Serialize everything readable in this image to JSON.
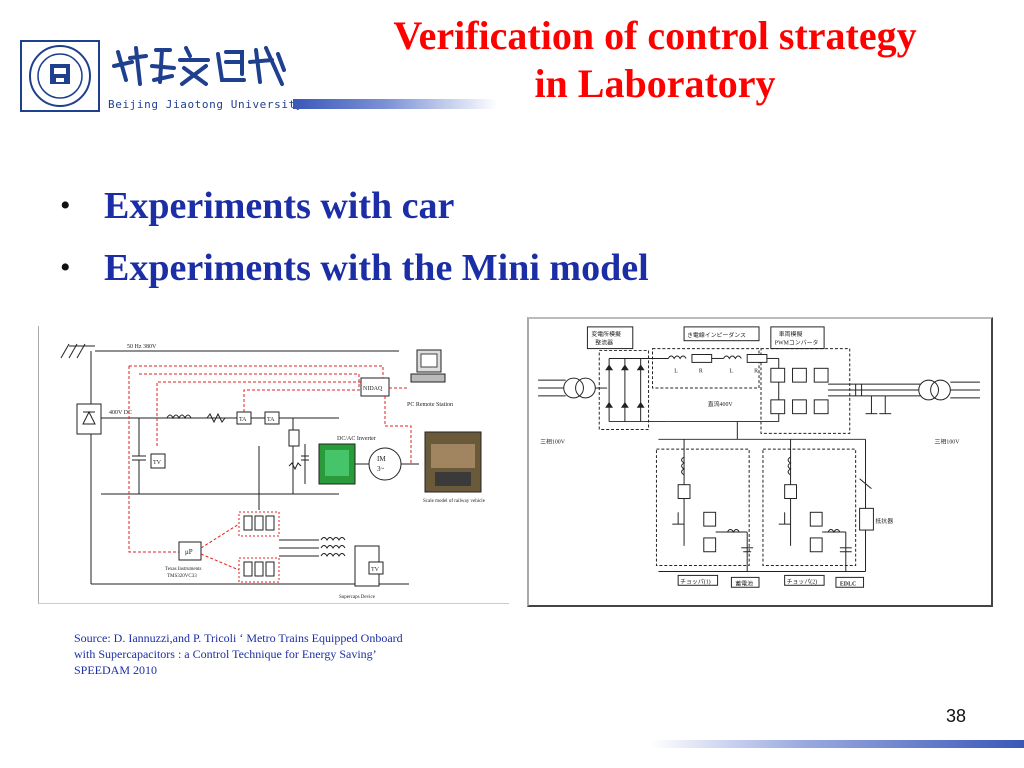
{
  "header": {
    "university_name": "Beijing Jiaotong University",
    "title_line1": "Verification of  control strategy",
    "title_line2": "in Laboratory"
  },
  "bullets": [
    "Experiments with car",
    "Experiments with the Mini model"
  ],
  "figure_left": {
    "supply": "50 Hz 380V",
    "dc_bus": "400V DC",
    "inverter": "DC/AC Inverter",
    "motor": "IM",
    "motor_phase": "3~",
    "nidaq": "NIDAQ",
    "pc_caption": "PC Remote Station",
    "photo_caption": "Scale model of railway vehicle",
    "dsp_label": "μP",
    "dsp_caption1": "Texas Instruments",
    "dsp_caption2": "TMS320VC33",
    "supercap_caption": "Supercaps Device",
    "tv": "TV",
    "ta": "TA"
  },
  "figure_right": {
    "substation": "変電所模擬\n整流器",
    "line_impedance": "き電線インピーダンス",
    "vehicle": "車両模擬\nPWMコンバータ",
    "dc_label": "直流400V",
    "ac_left": "三相100V",
    "ac_right": "三相100V",
    "chopper1": "チョッパ(1)",
    "chopper2": "チョッパ(2)",
    "battery": "蓄電池",
    "edlc": "EDLC",
    "resistor": "抵抗器",
    "l_label": "L",
    "r_label": "R"
  },
  "source": {
    "line1": "Source: D. Iannuzzi,and P. Tricoli ‘ Metro Trains Equipped Onboard",
    "line2": "with Supercapacitors : a Control Technique for Energy Saving’",
    "line3": "SPEEDAM 2010"
  },
  "page_number": "38"
}
